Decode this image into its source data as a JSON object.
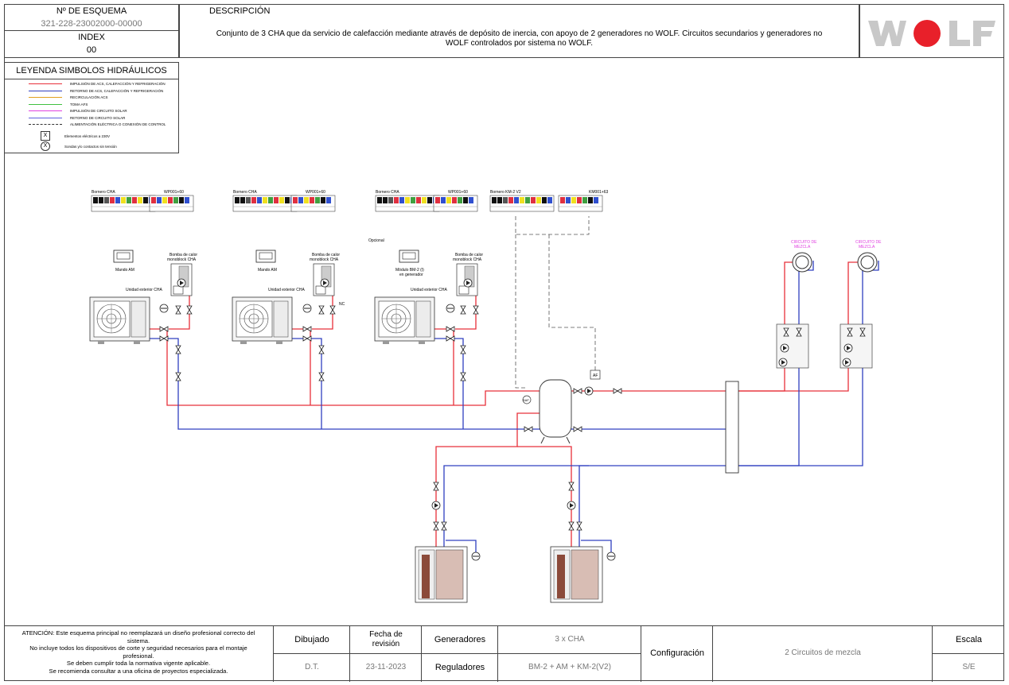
{
  "header": {
    "scheme_number_label": "Nº DE ESQUEMA",
    "scheme_number": "321-228-23002000-00000",
    "index_label": "INDEX",
    "index_value": "00",
    "description_label": "DESCRIPCIÓN",
    "description_line1": "Conjunto de 3 CHA que da servicio de calefacción mediante através de depósito de inercia, con apoyo de 2 generadores no WOLF. Circuitos secundarios y generadores no",
    "description_line2": "WOLF controlados por sistema no WOLF.",
    "logo_text": "WOLF"
  },
  "legend": {
    "title": "LEYENDA SIMBOLOS HIDRÁULICOS",
    "items": [
      {
        "label": "IMPULSIÓN DE ACS, CALEFACCIÓN Y REFRIGERACIÓN",
        "color": "#e8303a",
        "style": "solid"
      },
      {
        "label": "RETORNO DE ACS, CALEFACCIÓN Y REFRIGERACIÓN",
        "color": "#3040c0",
        "style": "solid"
      },
      {
        "label": "RECIRCULACIÓN ACS",
        "color": "#e0a020",
        "style": "solid"
      },
      {
        "label": "TOMA AFS",
        "color": "#40c040",
        "style": "solid"
      },
      {
        "label": "IMPULSIÓN DE CIRCUITO SOLAR",
        "color": "#e040e0",
        "style": "solid"
      },
      {
        "label": "RETORNO DE CIRCUITO SOLAR",
        "color": "#6060e0",
        "style": "solid"
      },
      {
        "label": "ALIMENTACIÓN ELÉCTRICA O CONEXIÓN DE CONTROL",
        "color": "#333333",
        "style": "dashed"
      }
    ],
    "symbol_x_label": "Elementos eléctricos a 230V",
    "symbol_circle_label": "Sondas y/o contactos sin tensión"
  },
  "diagram": {
    "terminal_left_label": "Bornero CHA",
    "terminal_right_label": "WP001+60",
    "terminal_km_left_label": "Bornero KM-2 V2",
    "terminal_km_right_label": "KM001+63",
    "optional_label": "Opcional",
    "mando_label": "Mando AM",
    "module_label_1": "Módulo BM-2 (I)",
    "module_label_2": "en generador",
    "heat_pump_label_1": "Bomba de calor",
    "heat_pump_label_2": "monoblock CHA",
    "outdoor_unit_label": "Unidad exterior CHA",
    "nc_label": "NC",
    "circuit_label_1": "CIRCUITO DE",
    "circuit_label_2": "MEZCLA",
    "sensor_af_label": "AF",
    "sensor_saf_label": "SAF"
  },
  "colors": {
    "supply": "#e8303a",
    "return": "#3040c0",
    "control": "#555555",
    "circuit_label": "#e040e0"
  },
  "footer": {
    "warning_lines": [
      "ATENCIÓN: Este esquema principal no reemplazará un diseño profesional correcto del",
      "sistema.",
      "No incluye todos los dispositivos de corte y seguridad necesarios para el montaje",
      "profesional.",
      "Se deben cumplir toda la normativa vigente aplicable.",
      "Se recomienda consultar a una oficina de proyectos especializada."
    ],
    "drawn_label": "Dibujado",
    "drawn_value": "D.T.",
    "revision_label_1": "Fecha de",
    "revision_label_2": "revisión",
    "revision_value": "23-11-2023",
    "generators_label": "Generadores",
    "generators_value": "3 x CHA",
    "regulators_label": "Reguladores",
    "regulators_value": "BM-2 + AM + KM-2(V2)",
    "configuration_label": "Configuración",
    "configuration_value": "2 Circuitos de mezcla",
    "scale_label": "Escala",
    "scale_value": "S/E"
  }
}
